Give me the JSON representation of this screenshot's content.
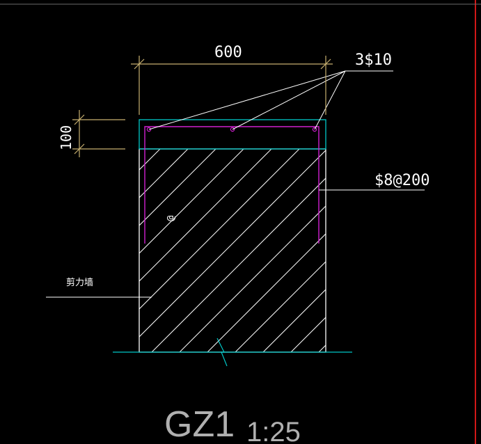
{
  "dimensions": {
    "width_label": "600",
    "cover_label": "100"
  },
  "rebar": {
    "main_label": "3$10",
    "stirrup_label": "$8@200",
    "leader_mark": "@"
  },
  "wall": {
    "label": "剪力墙"
  },
  "title": {
    "name": "GZ1",
    "scale": "1:25"
  },
  "colors": {
    "background": "#000000",
    "dimension": "#c8b070",
    "cyan": "#00c8c8",
    "magenta": "#d020d0",
    "white": "#ffffff",
    "red": "#d01818",
    "title_text": "#b0b0b0"
  }
}
